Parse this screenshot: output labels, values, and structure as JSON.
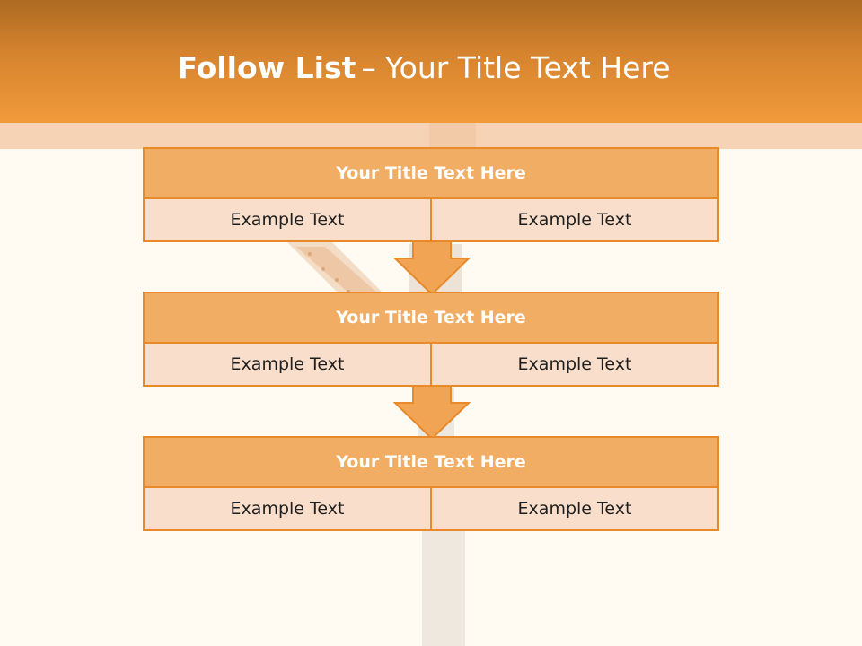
{
  "slide": {
    "title_bold": "Follow List",
    "title_dash": "–",
    "title_rest": "Your Title Text Here"
  },
  "colors": {
    "header_top": "#ad6a22",
    "header_bottom": "#f09a3a",
    "accent_border": "#e8892a",
    "block_title_fill": "#f2ad64",
    "block_cell_fill": "#f9decb",
    "background": "#fffaf2"
  },
  "blocks": [
    {
      "title": "Your Title Text Here",
      "left": "Example Text",
      "right": "Example Text"
    },
    {
      "title": "Your Title Text Here",
      "left": "Example Text",
      "right": "Example Text"
    },
    {
      "title": "Your Title Text Here",
      "left": "Example Text",
      "right": "Example Text"
    }
  ],
  "icons": [
    "down-arrow-icon",
    "cigarette-illustration"
  ]
}
